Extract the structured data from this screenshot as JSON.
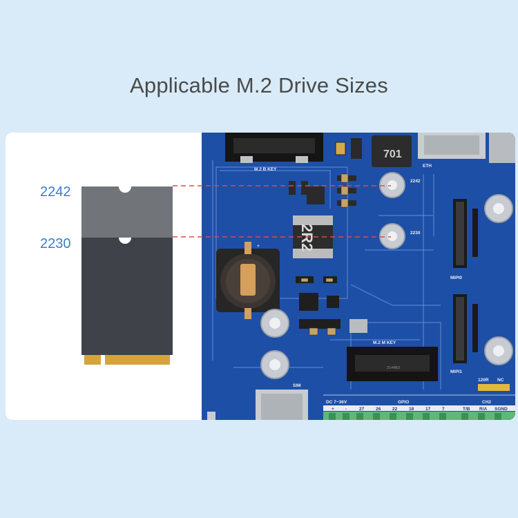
{
  "title": "Applicable M.2 Drive Sizes",
  "sizes": {
    "label_2242": "2242",
    "label_2230": "2230"
  },
  "board": {
    "m2_b_key": "M.2 B KEY",
    "m2_m_key": "M.2 M KEY",
    "eth": "ETH",
    "inductor_top": "701",
    "inductor_mid": "2R2",
    "mount_2242": "2242",
    "mount_2230": "2230",
    "mipi0": "MIPI0",
    "mipi1": "MIPI1",
    "sim": "SIM",
    "dc": "DC 7~36V",
    "gpio": "GPIO",
    "ch2": "CH2",
    "r120": "120R",
    "nc": "NC",
    "gpio_pins": [
      "27",
      "26",
      "22",
      "18",
      "17",
      "7"
    ],
    "ch2_pins": [
      "T/B",
      "R/A",
      "SGND"
    ],
    "plus": "+",
    "minus": "-",
    "connector_mark": "2144B3"
  },
  "colors": {
    "background": "#d9ebf8",
    "label_blue": "#3b7ad1",
    "pcb_blue": "#1e4fa6",
    "guide_red": "#e04848",
    "gold": "#d7a43a"
  }
}
